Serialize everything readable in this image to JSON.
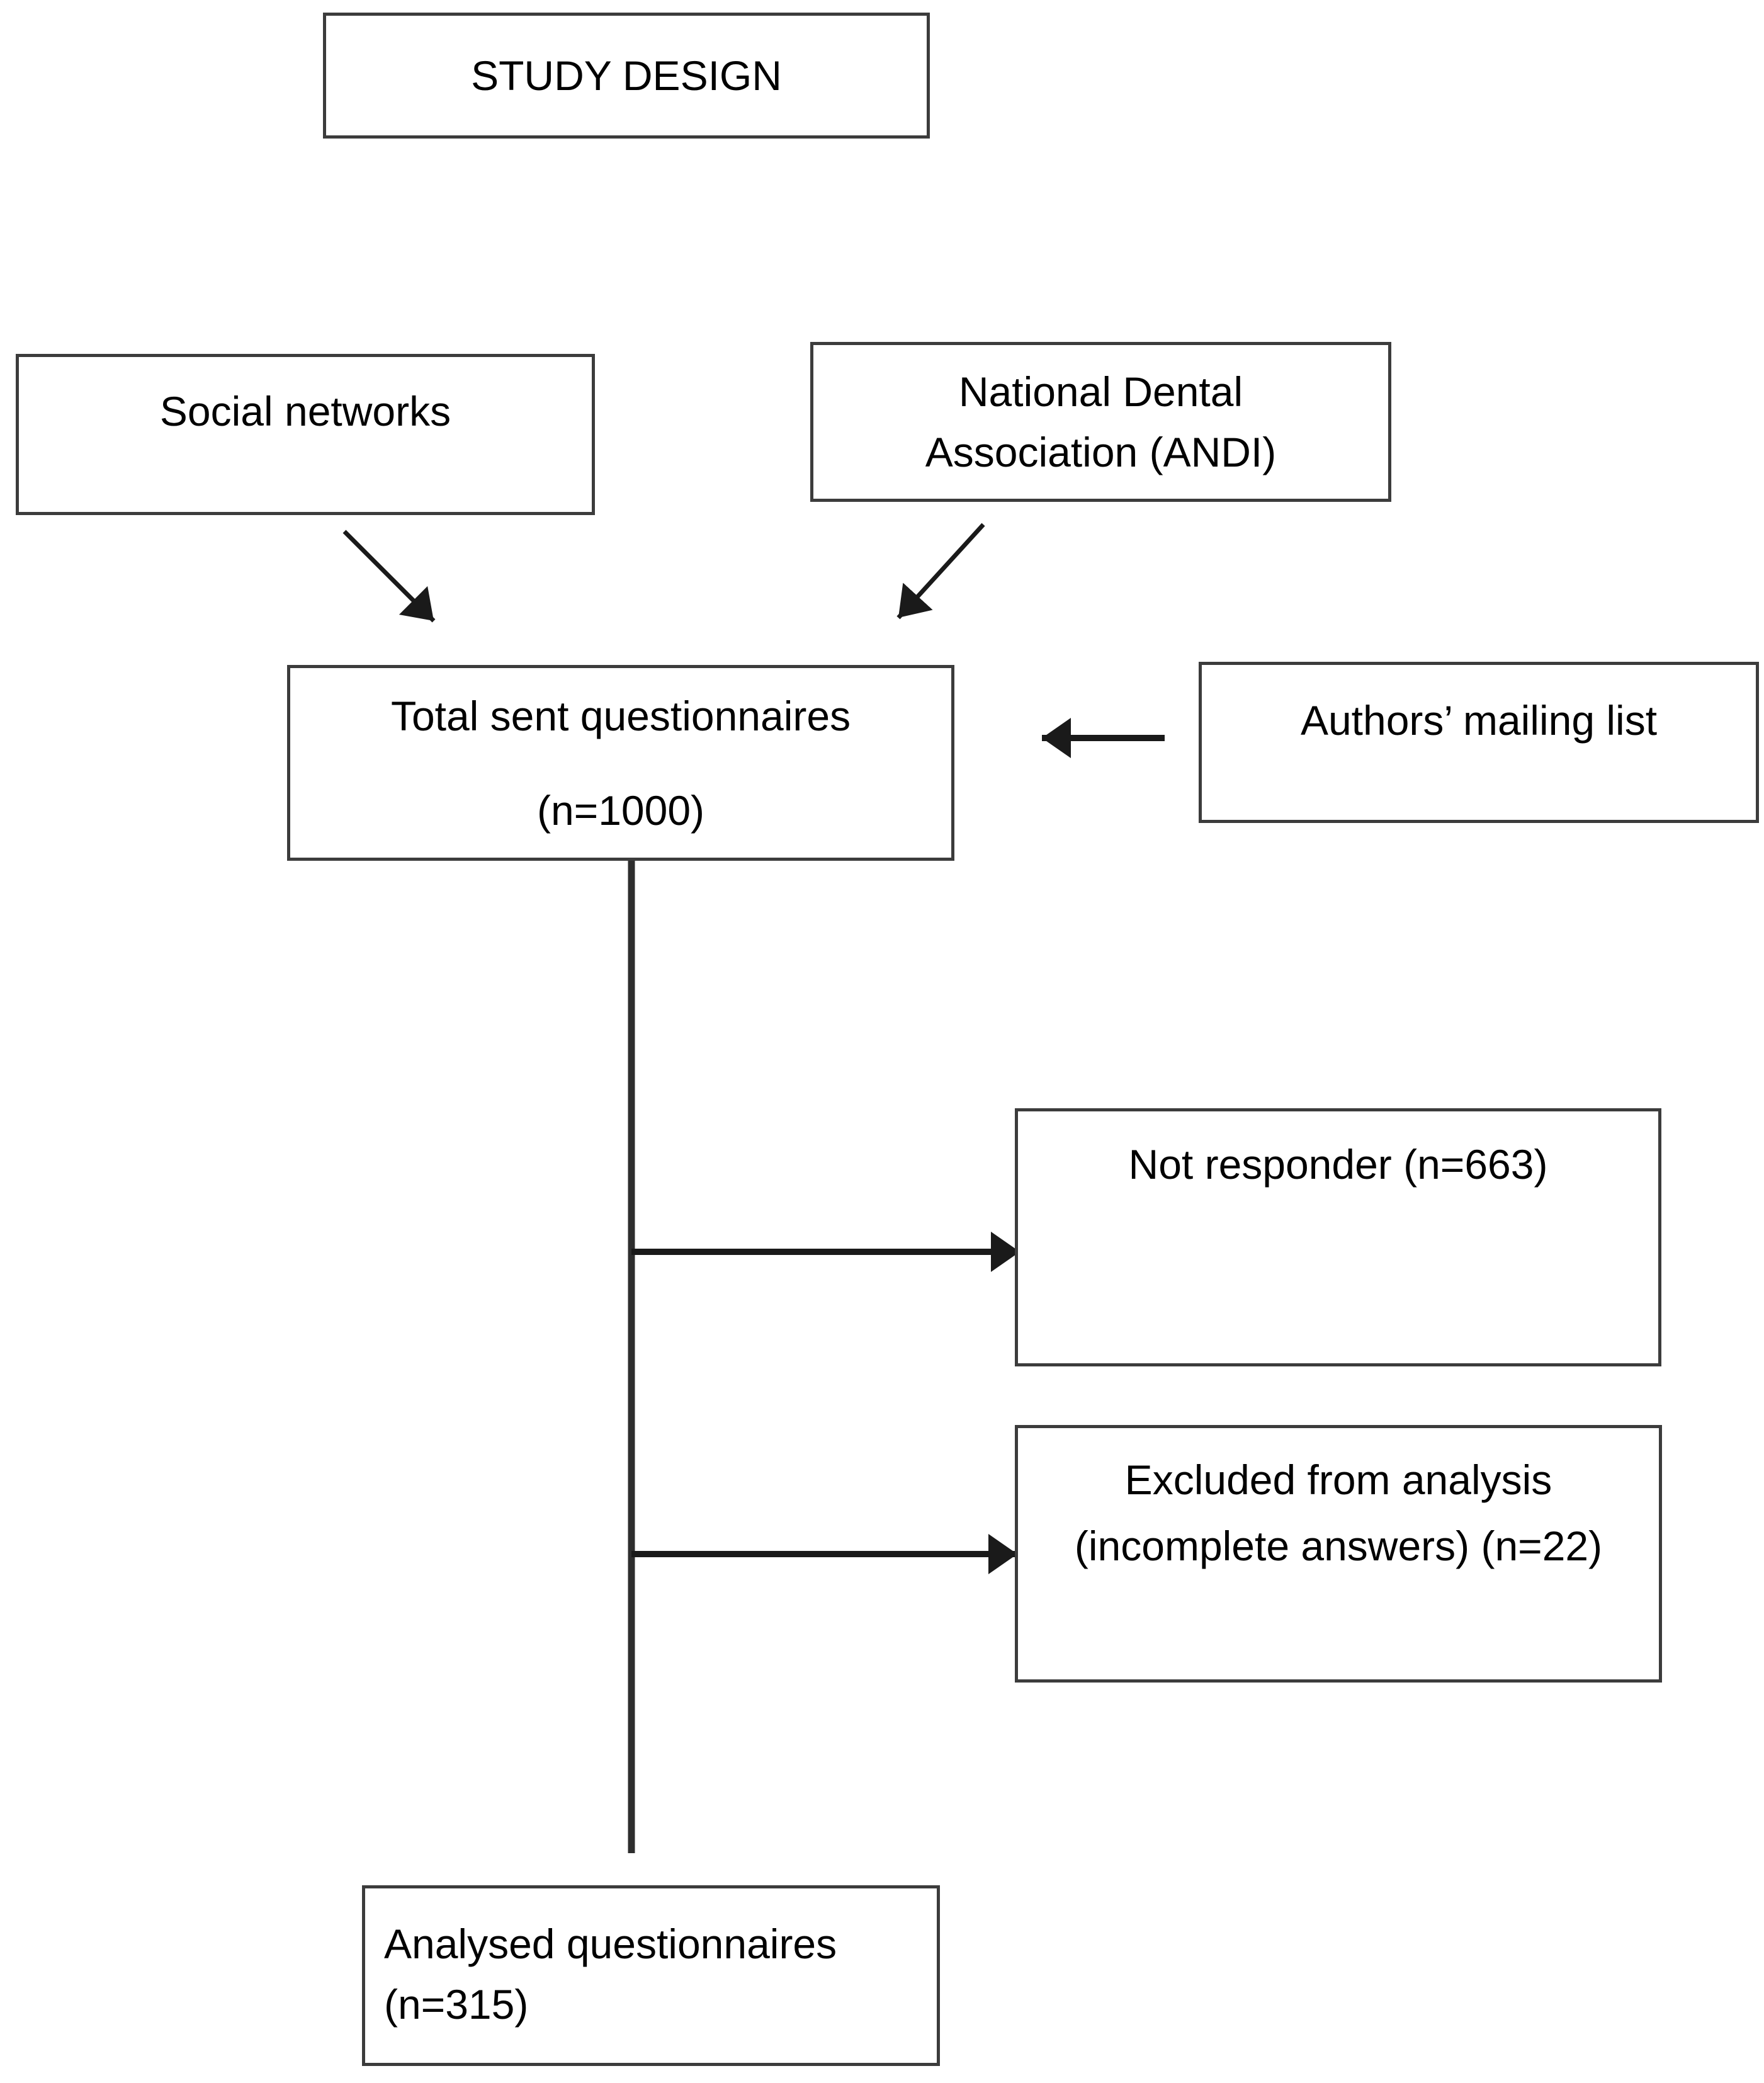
{
  "figure": {
    "heading": "STUDY DESIGN",
    "nodes": {
      "study_design": {
        "line1": "STUDY DESIGN"
      },
      "social": {
        "line1": "Social networks"
      },
      "national": {
        "line1": "National Dental",
        "line2": "Association (ANDI)"
      },
      "total": {
        "line1": "Total sent questionnaires",
        "line2": "(n=1000)"
      },
      "authors": {
        "line1": "Authors’ mailing list"
      },
      "not_responder": {
        "line1": "Not responder (n=663)"
      },
      "excluded": {
        "line1": "Excluded from analysis",
        "line2": "(incomplete answers) (n=22)"
      },
      "analysed": {
        "line1": "Analysed questionnaires",
        "line2": "(n=315)"
      }
    },
    "values": {
      "total_sent": 1000,
      "not_responder": 663,
      "excluded_incomplete": 22,
      "analysed": 315
    },
    "connectors": [
      "social-to-total",
      "national-to-total",
      "authors-to-total",
      "total-down-line",
      "to-not-responder",
      "to-excluded"
    ],
    "colors": {
      "background": "#ffffff",
      "box_fill": "#ffffff",
      "box_border": "#3c3c3c",
      "line": "#1a1a1a",
      "text": "#000000"
    }
  }
}
